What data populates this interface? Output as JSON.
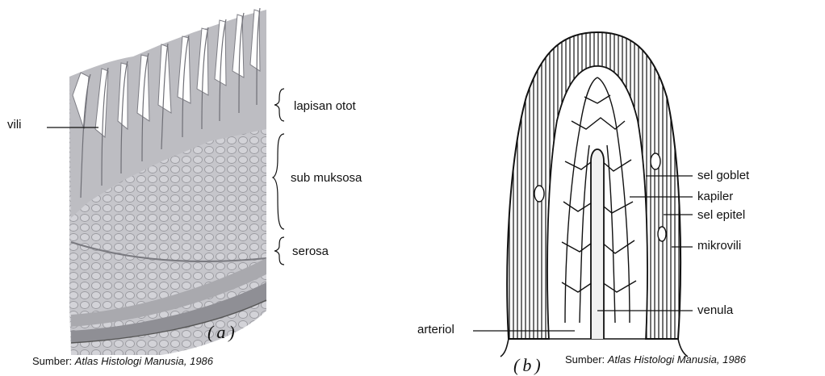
{
  "panel_a": {
    "labels": {
      "vili": "vili",
      "lapisan_otot": "lapisan otot",
      "sub_muksosa": "sub muksosa",
      "serosa": "serosa"
    },
    "figure_label": "(a)",
    "source_prefix": "Sumber: ",
    "source_title": "Atlas Histologi Manusia, 1986"
  },
  "panel_b": {
    "labels": {
      "sel_goblet": "sel goblet",
      "kapiler": "kapiler",
      "sel_epitel": "sel epitel",
      "mikrovili": "mikrovili",
      "venula": "venula",
      "arteriol": "arteriol"
    },
    "figure_label": "(b)",
    "source_prefix": "Sumber: ",
    "source_title": "Atlas Histologi Manusia, 1986"
  },
  "colors": {
    "tissue_fill": "#c9c9cd",
    "tissue_dark": "#8a8a90",
    "ink": "#111111"
  }
}
